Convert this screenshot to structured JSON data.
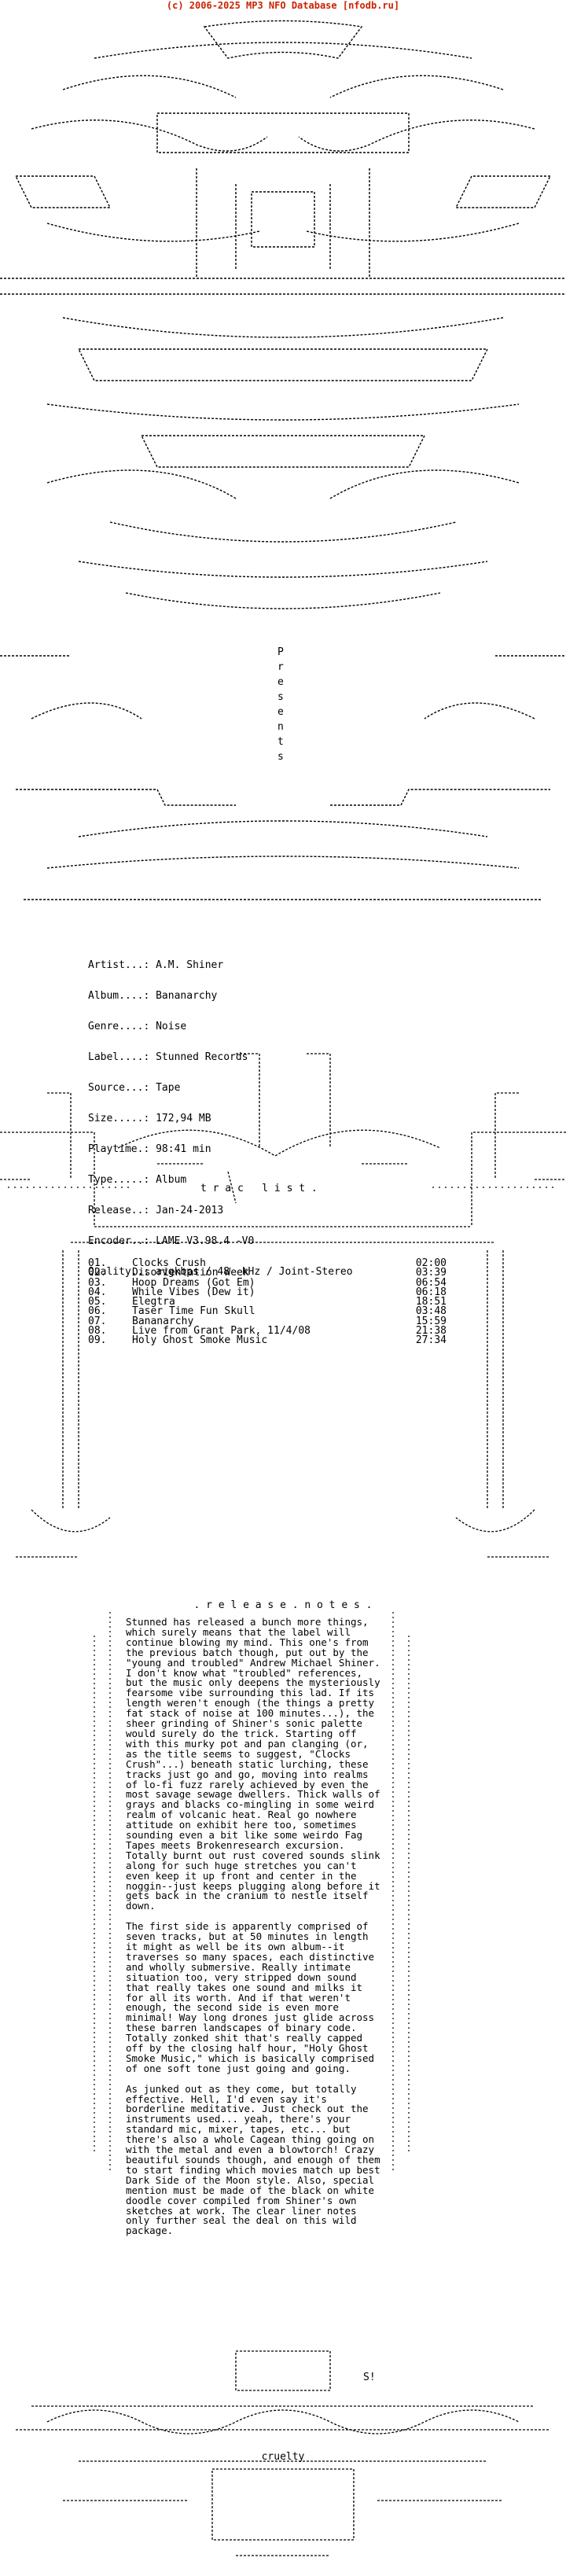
{
  "header": {
    "copyright": "(c) 2006-2025 MP3 NFO Database [nfodb.ru]"
  },
  "presents": "P r e s e n t s",
  "info": [
    {
      "label": "Artist...:",
      "value": "A.M. Shiner"
    },
    {
      "label": "Album....:",
      "value": "Bananarchy"
    },
    {
      "label": "Genre....:",
      "value": "Noise"
    },
    {
      "label": "Label....:",
      "value": "Stunned Records"
    },
    {
      "label": "Source...:",
      "value": "Tape"
    },
    {
      "label": "Size.....:",
      "value": "172,94 MB"
    },
    {
      "label": "Playtime.:",
      "value": "98:41 min"
    },
    {
      "label": "Type.....:",
      "value": "Album"
    },
    {
      "label": "Release..:",
      "value": "Jan-24-2013"
    },
    {
      "label": "Encoder..:",
      "value": "LAME V3.98.4 -V0"
    },
    {
      "label": "Quality..:",
      "value": "avgkbps / 48  kHz / Joint-Stereo"
    }
  ],
  "tracklist": {
    "heading": "t r a c   l i s t .",
    "tracks": [
      {
        "num": "01.",
        "title": "Clocks Crush",
        "duration": "02:00"
      },
      {
        "num": "02.",
        "title": "Disorientation Week",
        "duration": "03:39"
      },
      {
        "num": "03.",
        "title": "Hoop Dreams (Got Em)",
        "duration": "06:54"
      },
      {
        "num": "04.",
        "title": "While Vibes (Dew it)",
        "duration": "06:18"
      },
      {
        "num": "05.",
        "title": "Elegtra",
        "duration": "18:51"
      },
      {
        "num": "06.",
        "title": "Taser Time Fun Skull",
        "duration": "03:48"
      },
      {
        "num": "07.",
        "title": "Bananarchy",
        "duration": "15:59"
      },
      {
        "num": "08.",
        "title": "Live from Grant Park, 11/4/08",
        "duration": "21:38"
      },
      {
        "num": "09.",
        "title": "Holy Ghost Smoke Music",
        "duration": "27:34"
      }
    ]
  },
  "release_notes": {
    "heading": ". r e l e a s e . n o t e s .",
    "paragraphs": [
      "Stunned has released a bunch more things, which surely means that the label will continue blowing my mind. This one's from the previous batch though, put out by the \"young and troubled\" Andrew Michael Shiner. I don't know what \"troubled\" references, but the music only deepens the mysteriously fearsome vibe surrounding this lad. If its length weren't enough (the things a pretty fat stack of noise at 100 minutes...), the sheer grinding of Shiner's sonic palette would surely do the trick. Starting off with this murky pot and pan clanging (or, as the title seems to suggest, \"Clocks Crush\"...) beneath static lurching, these tracks just go and go, moving into realms of lo-fi fuzz rarely achieved by even the most savage sewage dwellers. Thick walls of grays and blacks co-mingling in some weird realm of volcanic heat. Real go nowhere attitude on exhibit here too, sometimes sounding even a bit like some weirdo Fag Tapes meets Brokenresearch excursion. Totally burnt out rust covered sounds slink along for such huge stretches you can't even keep it up front and center in the noggin--just keeps plugging along before it gets back in the cranium to nestle itself down.",
      "The first side is apparently comprised of seven tracks, but at 50 minutes in length it might as well be its own album--it traverses so many spaces, each distinctive and wholly submersive. Really intimate situation too, very stripped down sound that really takes one sound and milks it for all its worth. And if that weren't enough, the second side is even more minimal! Way long drones just glide across these barren landscapes of binary code. Totally zonked shit that's really capped off by the closing half hour, \"Holy Ghost Smoke Music,\" which is basically comprised of one soft tone just going and going.",
      "As junked out as they come, but totally effective. Hell, I'd even say it's borderline meditative. Just check out the instruments used... yeah, there's your standard mic, mixer, tapes, etc... but there's also a whole Cagean thing going on with the metal and even a blowtorch! Crazy beautiful sounds though, and enough of them to start finding which movies match up best Dark Side of the Moon style. Also, special mention must be made of the black on white doodle cover compiled from Shiner's own sketches at work. The clear liner notes only further seal the deal on this wild package."
    ]
  },
  "footer": {
    "sig": "S!",
    "word": "cruelty"
  }
}
